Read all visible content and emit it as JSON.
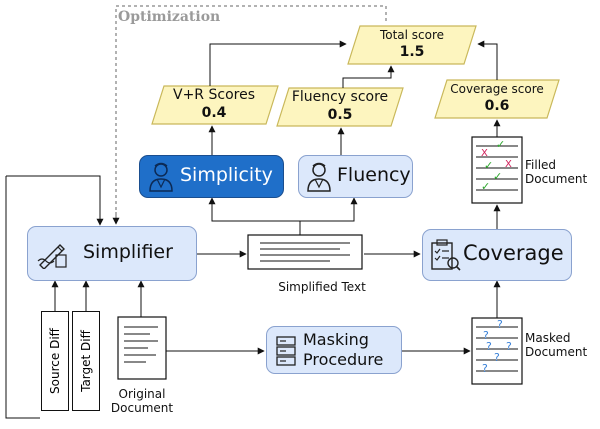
{
  "optimization_label": "Optimization",
  "scores": {
    "total": {
      "label": "Total score",
      "value": "1.5"
    },
    "vr": {
      "label": "V+R Scores",
      "value": "0.4"
    },
    "fluency": {
      "label": "Fluency score",
      "value": "0.5"
    },
    "coverage": {
      "label": "Coverage score",
      "value": "0.6"
    }
  },
  "modules": {
    "simplicity": "Simplicity",
    "fluency": "Fluency",
    "simplifier": "Simplifier",
    "coverage": "Coverage",
    "masking_line1": "Masking",
    "masking_line2": "Procedure"
  },
  "inputs": {
    "source_diff": "Source Diff",
    "target_diff": "Target Diff"
  },
  "documents": {
    "simplified": "Simplified Text",
    "original_line1": "Original",
    "original_line2": "Document",
    "filled_line1": "Filled",
    "filled_line2": "Document",
    "masked_line1": "Masked",
    "masked_line2": "Document"
  },
  "marks": {
    "check": "✓",
    "cross": "X",
    "question": "?"
  },
  "colors": {
    "module_fill": "#dce8fb",
    "module_border": "#8aa2cf",
    "simplicity_fill": "#1f6fc9",
    "score_fill": "#fdf5bf",
    "score_border": "#c9b85a",
    "check": "#2aa52a",
    "cross": "#d0205a",
    "question": "#3b82d8"
  },
  "icons": {
    "simplicity": "person-icon",
    "fluency": "person-icon",
    "simplifier": "pen-writing-icon",
    "coverage": "checklist-icon",
    "masking": "server-stack-icon"
  }
}
